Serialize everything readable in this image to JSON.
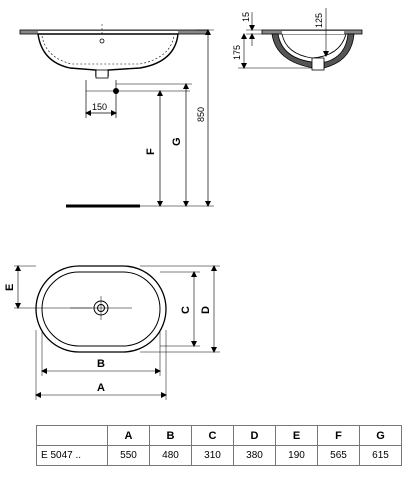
{
  "dimensions": {
    "top_rim": "15",
    "depth": "125",
    "bowl_height": "175",
    "drain_offset": "150",
    "floor_height": "850",
    "F": "F",
    "G": "G",
    "E": "E",
    "C": "C",
    "D": "D",
    "B": "B",
    "A": "A"
  },
  "spec_table": {
    "headers": [
      "",
      "A",
      "B",
      "C",
      "D",
      "E",
      "F",
      "G"
    ],
    "rows": [
      [
        "E 5047 ..",
        "550",
        "480",
        "310",
        "380",
        "190",
        "565",
        "615"
      ]
    ]
  }
}
